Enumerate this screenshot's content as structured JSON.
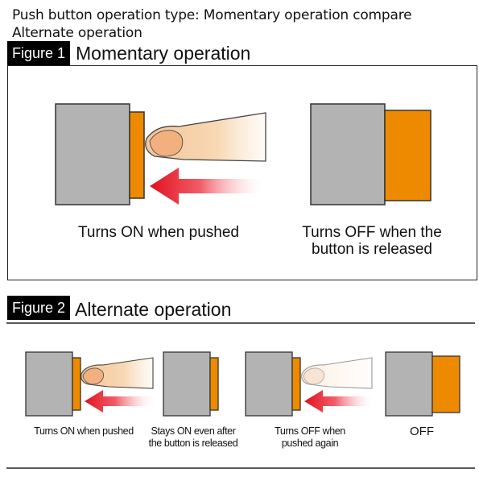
{
  "caption": "Push button operation type: Momentary operation compare Alternate operation",
  "figure1": {
    "tag": "Figure 1",
    "title": "Momentary operation",
    "label_on": "Turns ON when pushed",
    "label_off": "Turns OFF when the button is released"
  },
  "figure2": {
    "tag": "Figure 2",
    "title": "Alternate operation",
    "step1": "Turns ON when pushed",
    "step2": "Stays ON even after the button is released",
    "step3": "Turns OFF when pushed again",
    "step4": "OFF"
  },
  "colors": {
    "button_body": "#b3b3b3",
    "button_cap": "#ee8a00",
    "arrow": "#e0101e",
    "finger": "#f6cfa3",
    "fingernail": "#f2b07e",
    "frame": "#222222"
  },
  "icons": [
    "push-button-icon",
    "finger-icon",
    "push-arrow-icon"
  ]
}
